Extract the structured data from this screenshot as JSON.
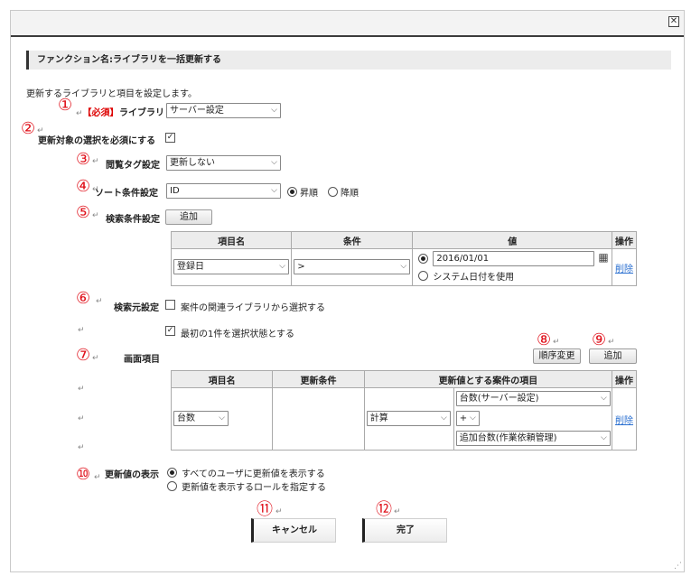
{
  "dialog": {
    "close_icon": "close-icon"
  },
  "header": {
    "title": "ファンクション名:ライブラリを一括更新する"
  },
  "intro": "更新するライブラリと項目を設定します。",
  "markers": [
    "①",
    "②",
    "③",
    "④",
    "⑤",
    "⑥",
    "⑦",
    "⑧",
    "⑨",
    "⑩",
    "⑪",
    "⑫"
  ],
  "ret": "↵",
  "library": {
    "required": "【必須】",
    "label": "ライブラリ",
    "value": "サーバー設定"
  },
  "require_target": {
    "label": "更新対象の選択を必須にする",
    "checked": true
  },
  "view_tag": {
    "label": "閲覧タグ設定",
    "value": "更新しない"
  },
  "sort": {
    "label": "ソート条件設定",
    "value": "ID",
    "asc": "昇順",
    "desc": "降順",
    "selected": "asc"
  },
  "search": {
    "label": "検索条件設定",
    "add_label": "追加",
    "headers": [
      "項目名",
      "条件",
      "値",
      "操作"
    ],
    "row": {
      "item": "登録日",
      "condition": ">",
      "value": "2016/01/01",
      "use_system_date": "システム日付を使用",
      "delete": "削除"
    }
  },
  "source": {
    "label": "検索元設定",
    "related_label": "案件の関連ライブラリから選択する",
    "related_checked": false,
    "first_label": "最初の1件を選択状態とする",
    "first_checked": true
  },
  "screen_items": {
    "label": "画面項目",
    "reorder_label": "順序変更",
    "add_label": "追加",
    "headers": [
      "項目名",
      "更新条件",
      "更新値とする案件の項目",
      "操作"
    ],
    "row": {
      "item": "台数",
      "method": "計算",
      "source1": "台数(サーバー設定)",
      "operator": "+",
      "source2": "追加台数(作業依頼管理)",
      "delete": "削除"
    }
  },
  "display": {
    "label": "更新値の表示",
    "option_all": "すべてのユーザに更新値を表示する",
    "option_role": "更新値を表示するロールを指定する",
    "selected": "all"
  },
  "actions": {
    "cancel": "キャンセル",
    "done": "完了"
  }
}
